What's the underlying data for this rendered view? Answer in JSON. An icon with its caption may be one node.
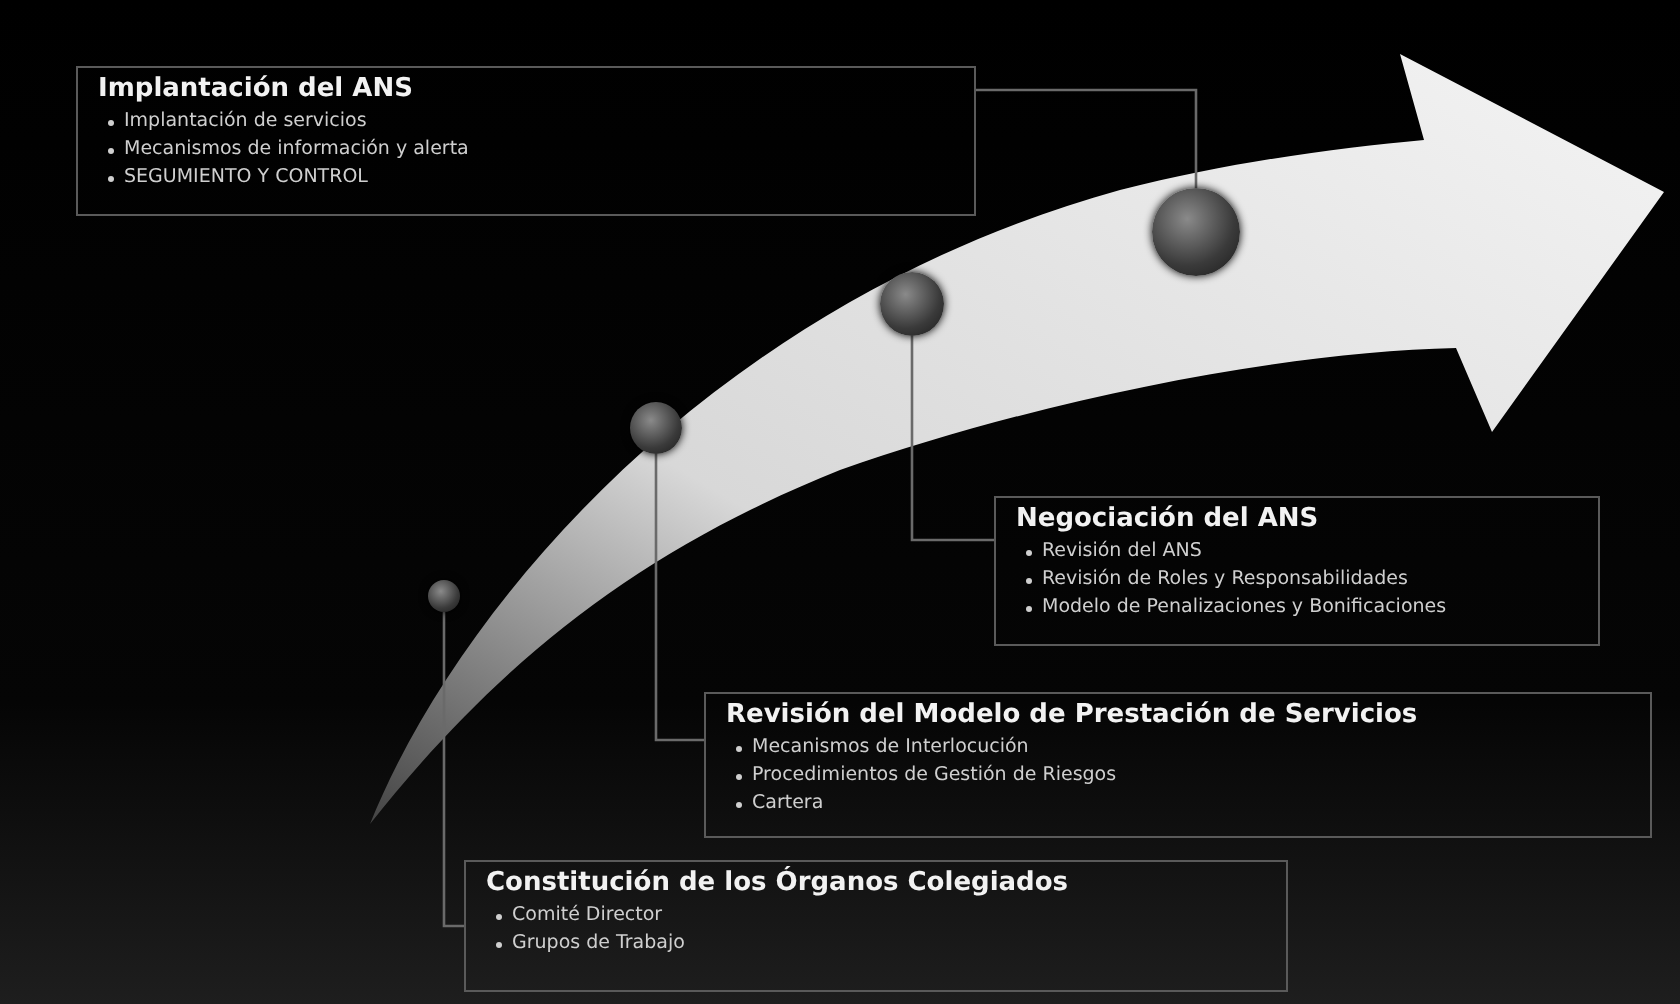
{
  "diagram": {
    "nodes": [
      {
        "text": [
          "Implantación del ANS",
          "Implantación de servicios",
          "Mecanismos de información y alerta",
          "SEGUMIENTO Y CONTROL"
        ]
      },
      {
        "text": [
          "Negociación del ANS",
          "Revisión del ANS",
          "Revisión de Roles y Responsabilidades",
          "Modelo de Penalizaciones y Bonificaciones"
        ]
      },
      {
        "text": [
          "Revisión del Modelo de Prestación de Servicios",
          "Mecanismos de Interlocución",
          "Procedimientos de Gestión de Riesgos",
          "Cartera"
        ]
      },
      {
        "text": [
          "Constitución de los Órganos Colegiados",
          "Comité Director",
          "Grupos de Trabajo"
        ]
      },
      {
        "text": [],
        "shape": "circle"
      },
      {
        "text": [],
        "shape": "circle"
      },
      {
        "text": [],
        "shape": "circle"
      },
      {
        "text": [],
        "shape": "circle"
      }
    ],
    "edges": [
      {
        "from": 0,
        "to": 7,
        "arrow": "none"
      },
      {
        "from": 1,
        "to": 6,
        "arrow": "none"
      },
      {
        "from": 2,
        "to": 5,
        "arrow": "none"
      },
      {
        "from": 3,
        "to": 4,
        "arrow": "none"
      }
    ]
  }
}
